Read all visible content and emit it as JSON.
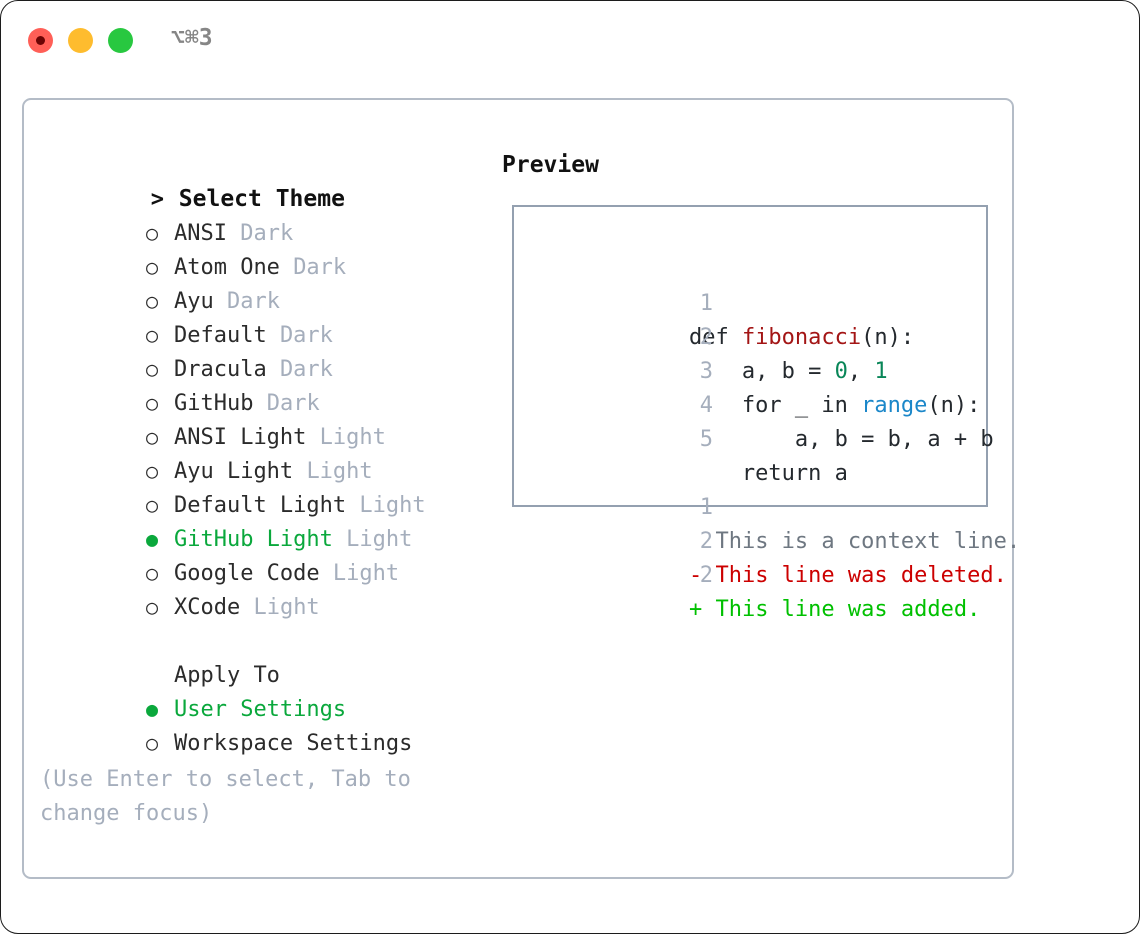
{
  "titlebar": {
    "shortcut": "⌥⌘3",
    "buttons": {
      "close": "close-button",
      "minimize": "minimize-button",
      "maximize": "maximize-button"
    },
    "colors": {
      "close": "#ff5f57",
      "minimize": "#febc2e",
      "maximize": "#28c840"
    }
  },
  "theme_list": {
    "heading_marker": ">",
    "heading": "Select Theme",
    "unselected_marker": "○",
    "selected_marker": "●",
    "items": [
      {
        "name": "ANSI",
        "badge": "Dark",
        "selected": false
      },
      {
        "name": "Atom One",
        "badge": "Dark",
        "selected": false
      },
      {
        "name": "Ayu",
        "badge": "Dark",
        "selected": false
      },
      {
        "name": "Default",
        "badge": "Dark",
        "selected": false
      },
      {
        "name": "Dracula",
        "badge": "Dark",
        "selected": false
      },
      {
        "name": "GitHub",
        "badge": "Dark",
        "selected": false
      },
      {
        "name": "ANSI Light",
        "badge": "Light",
        "selected": false
      },
      {
        "name": "Ayu Light",
        "badge": "Light",
        "selected": false
      },
      {
        "name": "Default Light",
        "badge": "Light",
        "selected": false
      },
      {
        "name": "GitHub Light",
        "badge": "Light",
        "selected": true
      },
      {
        "name": "Google Code",
        "badge": "Light",
        "selected": false
      },
      {
        "name": "XCode",
        "badge": "Light",
        "selected": false
      }
    ]
  },
  "apply_to": {
    "heading": "Apply To",
    "unselected_marker": "○",
    "selected_marker": "●",
    "items": [
      {
        "name": "User Settings",
        "selected": true
      },
      {
        "name": "Workspace Settings",
        "selected": false
      }
    ]
  },
  "hint": "(Use Enter to select, Tab to change focus)",
  "preview": {
    "title": "Preview",
    "code_lines": [
      {
        "no": "1",
        "tokens": [
          {
            "t": "def ",
            "k": "plain"
          },
          {
            "t": "fibonacci",
            "k": "fn"
          },
          {
            "t": "(n):",
            "k": "plain"
          }
        ]
      },
      {
        "no": "2",
        "tokens": [
          {
            "t": "    a, b = ",
            "k": "plain"
          },
          {
            "t": "0",
            "k": "num"
          },
          {
            "t": ", ",
            "k": "plain"
          },
          {
            "t": "1",
            "k": "num"
          }
        ]
      },
      {
        "no": "3",
        "tokens": [
          {
            "t": "    for _ in ",
            "k": "plain"
          },
          {
            "t": "range",
            "k": "call"
          },
          {
            "t": "(n):",
            "k": "plain"
          }
        ]
      },
      {
        "no": "4",
        "tokens": [
          {
            "t": "        a, b = b, a + b",
            "k": "plain"
          }
        ]
      },
      {
        "no": "5",
        "tokens": [
          {
            "t": "    return a",
            "k": "plain"
          }
        ]
      }
    ],
    "diff_lines": [
      {
        "no": "1",
        "sign": " ",
        "text": "This is a context line.",
        "kind": "context"
      },
      {
        "no": "2",
        "sign": "-",
        "text": "This line was deleted.",
        "kind": "deleted"
      },
      {
        "no": "2",
        "sign": "+",
        "text": "This line was added.",
        "kind": "added"
      }
    ]
  },
  "colors": {
    "accent_green": "#0aa83c",
    "muted": "#a5aebc",
    "panel_border": "#b4bcc7",
    "preview_border": "#94a0b0",
    "diff_delete": "#cc0000",
    "diff_add": "#00c000",
    "token_function": "#a31515",
    "token_number": "#098658",
    "token_call": "#1b87c9"
  }
}
